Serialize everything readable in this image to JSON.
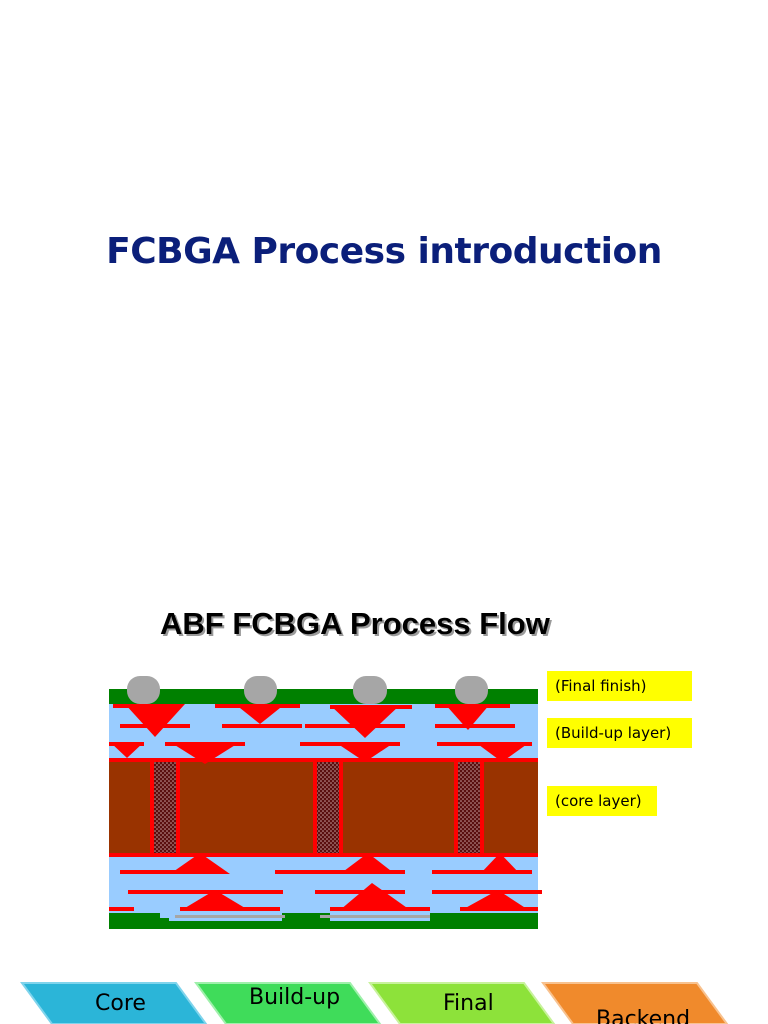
{
  "slide1": {
    "title": "FCBGA Process introduction"
  },
  "slide2": {
    "title": "ABF FCBGA Process Flow",
    "labels": {
      "final_finish": "(Final finish)",
      "build_up_layer": "(Build-up layer)",
      "core_layer": "(core layer)"
    },
    "process_steps": [
      {
        "label": "Core",
        "color": "#2bb5d8"
      },
      {
        "label": "Build-up",
        "color": "#3fdc5a"
      },
      {
        "label": "Final",
        "color": "#8de23a"
      },
      {
        "label": "Backend",
        "color": "#f08a2c"
      }
    ],
    "colors": {
      "solder_mask": "#008000",
      "copper": "#ff0000",
      "abf_dielectric": "#99ccff",
      "core": "#993300",
      "solder_ball": "#a6a6a6",
      "plated_hole": "#5a0f0f"
    }
  }
}
